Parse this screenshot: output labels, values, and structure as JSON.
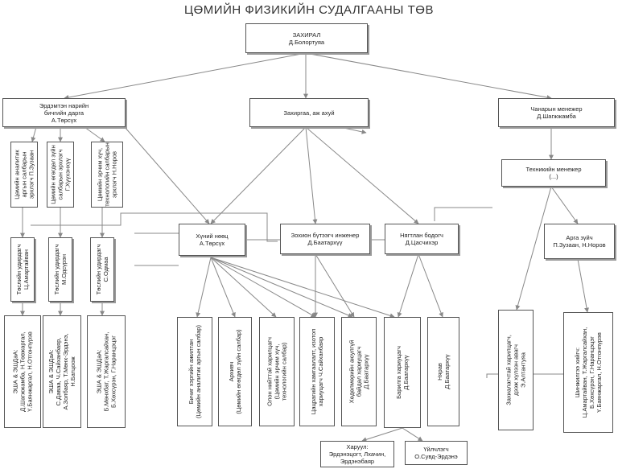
{
  "title": "ЦӨМИЙН ФИЗИКИЙН СУДАЛГААНЫ ТӨВ",
  "director": [
    "ЗАХИРАЛ",
    "Д.Болортуяа"
  ],
  "science_secretary": [
    "Эрдэмтэн нарийн",
    "бичгийн дарга",
    "А.Төрсүх"
  ],
  "admin": [
    "Захиргаа, аж ахуй"
  ],
  "quality_manager": [
    "Чанарын менежер",
    "Д.Шагжжамба"
  ],
  "technical_manager": [
    "Техникийн менежер",
    "(...)"
  ],
  "lab_heads": [
    [
      "Цөмийн аналитик",
      "аргын салбарын",
      "эрхлэгч П.Зузаан"
    ],
    [
      "Цөмийн өгөгдөл зүйн",
      "салбарын эрхлэгч",
      "Г.Хүүхэнхүү"
    ],
    [
      "Цөмийн эрчим хүч,",
      "технологийн салбарын",
      "эрхлэгч Н.Норов"
    ]
  ],
  "project_heads": [
    [
      "Төслийн удирдагч",
      "Ц.Амартайван"
    ],
    [
      "Төслийн удирдагч",
      "М.Одсүрэн"
    ],
    [
      "Төслийн удирдагч",
      "С.Одмаа"
    ]
  ],
  "researchers": [
    [
      "ЭША & ЭШДаА:",
      "Д.Шагжжамба, Н.Төвжаргал,",
      "Ү.Баянжаргал, Н.Отгонпүрэв"
    ],
    [
      "ЭША & ЭШДаА:",
      "С.Даваа, Ч.Сайханбаяр,",
      "А.Золбаяр, Т.Мөнх-Эрдэнэ,",
      "Н.Батцоож"
    ],
    [
      "ЭША & ЭШДаА:",
      "Б.Мөнхбат, Т.Жаргалсайхан,",
      "Б.Хөхсүрэн, Г.Наранцэцэг"
    ]
  ],
  "hr": [
    "Хүний нөөц",
    "А.Төрсүх"
  ],
  "design_engineer": [
    "Зохион бүтээгч инженер",
    "Д.Баатархүү"
  ],
  "accountant": [
    "Нягтлан бодогч",
    "Д.Цасчихэр"
  ],
  "methodologist": [
    "Арга зүйч",
    "П.Зузаан, Н.Норов"
  ],
  "staff": [
    [
      "Бичиг хэргийн ажилтан",
      "(Цөмийн аналитик аргын салбар)"
    ],
    [
      "Архивч",
      "(Цөмийн өгөгдөл зүйн салбар)"
    ],
    [
      "Олон нийттэй харилцагч",
      "(Цөмийн эрчим хүч,",
      "технологийн салбар)"
    ],
    [
      "Цацрагийн хамгаалалт, изотоп",
      "хариуцагч Ч.Сайханбаяр"
    ],
    [
      "Хөдөлмөрийн аюулгүй",
      "байдал хариуцагч",
      "Д.Баатархүү"
    ],
    [
      "Барилга хариуцагч",
      "Д.Баатархүү"
    ],
    [
      "Нярав",
      "Д.Баатархүү"
    ],
    [
      "Захиалагчтай харилцагч,",
      "дээж хүлээн авагч",
      "Э.Алтантуяа"
    ],
    [
      "Шинжилгээ хийгч:",
      "Ц.Амартайван, Т.Жаргалсайхан,",
      "Б.Хөхсүрэн, Г.Наранцэцэг",
      "Ү.Баянжаргал, Н.Отгонпүрэв"
    ]
  ],
  "cleaners": [
    "Харуул:",
    "Эрдэнэцогт, Лхачин,",
    "Эрдэнэбаяр"
  ],
  "janitor": [
    "Үйлчлэгч",
    "О.Сувд-Эрдэнэ"
  ],
  "colors": {
    "line": "#777777",
    "border": "#555555",
    "shadow": "#999999"
  }
}
